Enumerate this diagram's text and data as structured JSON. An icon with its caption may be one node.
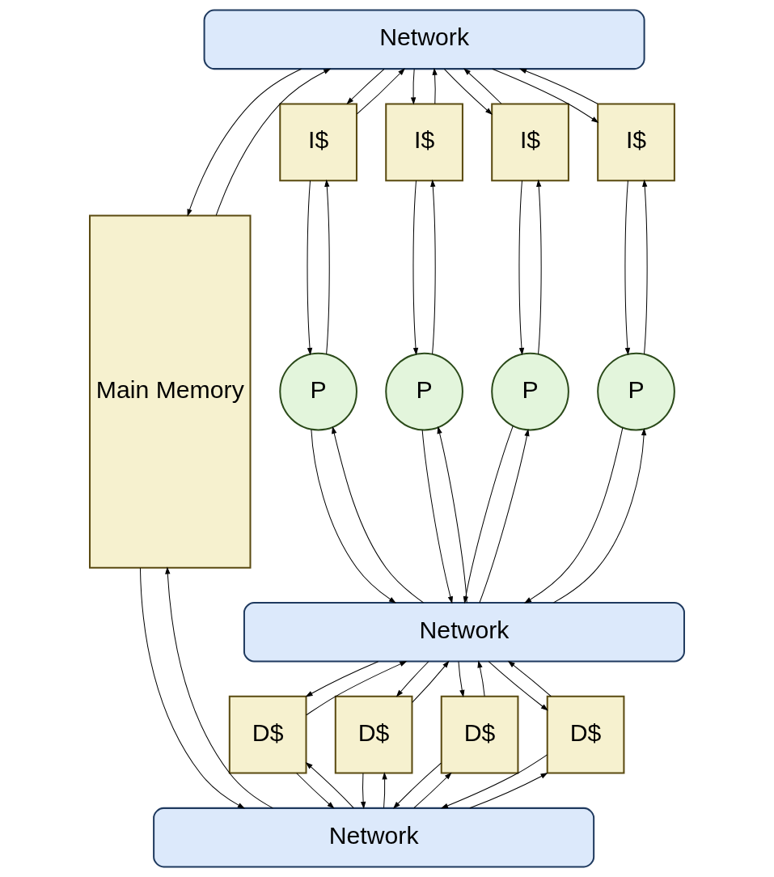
{
  "diagram": {
    "nodes": [
      {
        "text": [
          "Network"
        ]
      },
      {
        "text": [
          "Main Memory"
        ]
      },
      {
        "text": [
          "I$"
        ]
      },
      {
        "text": [
          "I$"
        ]
      },
      {
        "text": [
          "I$"
        ]
      },
      {
        "text": [
          "I$"
        ]
      },
      {
        "text": [
          "P"
        ]
      },
      {
        "text": [
          "P"
        ]
      },
      {
        "text": [
          "P"
        ]
      },
      {
        "text": [
          "P"
        ]
      },
      {
        "text": [
          "Network"
        ]
      },
      {
        "text": [
          "D$"
        ]
      },
      {
        "text": [
          "D$"
        ]
      },
      {
        "text": [
          "D$"
        ]
      },
      {
        "text": [
          "D$"
        ]
      },
      {
        "text": [
          "Network"
        ]
      }
    ],
    "edges": [
      {
        "from": 0,
        "to": 1,
        "arrow": "to"
      },
      {
        "from": 1,
        "to": 0,
        "arrow": "to"
      },
      {
        "from": 2,
        "to": 0,
        "arrow": "to"
      },
      {
        "from": 0,
        "to": 2,
        "arrow": "to"
      },
      {
        "from": 3,
        "to": 0,
        "arrow": "to"
      },
      {
        "from": 0,
        "to": 3,
        "arrow": "to"
      },
      {
        "from": 4,
        "to": 0,
        "arrow": "to"
      },
      {
        "from": 0,
        "to": 4,
        "arrow": "to"
      },
      {
        "from": 5,
        "to": 0,
        "arrow": "to"
      },
      {
        "from": 0,
        "to": 5,
        "arrow": "to"
      },
      {
        "from": 6,
        "to": 2,
        "arrow": "to"
      },
      {
        "from": 2,
        "to": 6,
        "arrow": "to"
      },
      {
        "from": 7,
        "to": 3,
        "arrow": "to"
      },
      {
        "from": 3,
        "to": 7,
        "arrow": "to"
      },
      {
        "from": 8,
        "to": 4,
        "arrow": "to"
      },
      {
        "from": 4,
        "to": 8,
        "arrow": "to"
      },
      {
        "from": 9,
        "to": 5,
        "arrow": "to"
      },
      {
        "from": 5,
        "to": 9,
        "arrow": "to"
      },
      {
        "from": 10,
        "to": 6,
        "arrow": "to"
      },
      {
        "from": 6,
        "to": 10,
        "arrow": "to"
      },
      {
        "from": 10,
        "to": 7,
        "arrow": "to"
      },
      {
        "from": 7,
        "to": 10,
        "arrow": "to"
      },
      {
        "from": 10,
        "to": 8,
        "arrow": "to"
      },
      {
        "from": 8,
        "to": 10,
        "arrow": "to"
      },
      {
        "from": 10,
        "to": 9,
        "arrow": "to"
      },
      {
        "from": 9,
        "to": 10,
        "arrow": "to"
      },
      {
        "from": 11,
        "to": 10,
        "arrow": "to"
      },
      {
        "from": 10,
        "to": 11,
        "arrow": "to"
      },
      {
        "from": 12,
        "to": 10,
        "arrow": "to"
      },
      {
        "from": 10,
        "to": 12,
        "arrow": "to"
      },
      {
        "from": 13,
        "to": 10,
        "arrow": "to"
      },
      {
        "from": 10,
        "to": 13,
        "arrow": "to"
      },
      {
        "from": 14,
        "to": 10,
        "arrow": "to"
      },
      {
        "from": 10,
        "to": 14,
        "arrow": "to"
      },
      {
        "from": 15,
        "to": 11,
        "arrow": "to"
      },
      {
        "from": 11,
        "to": 15,
        "arrow": "to"
      },
      {
        "from": 15,
        "to": 12,
        "arrow": "to"
      },
      {
        "from": 12,
        "to": 15,
        "arrow": "to"
      },
      {
        "from": 15,
        "to": 13,
        "arrow": "to"
      },
      {
        "from": 13,
        "to": 15,
        "arrow": "to"
      },
      {
        "from": 15,
        "to": 14,
        "arrow": "to"
      },
      {
        "from": 14,
        "to": 15,
        "arrow": "to"
      },
      {
        "from": 15,
        "to": 1,
        "arrow": "to"
      },
      {
        "from": 1,
        "to": 15,
        "arrow": "to"
      }
    ]
  }
}
